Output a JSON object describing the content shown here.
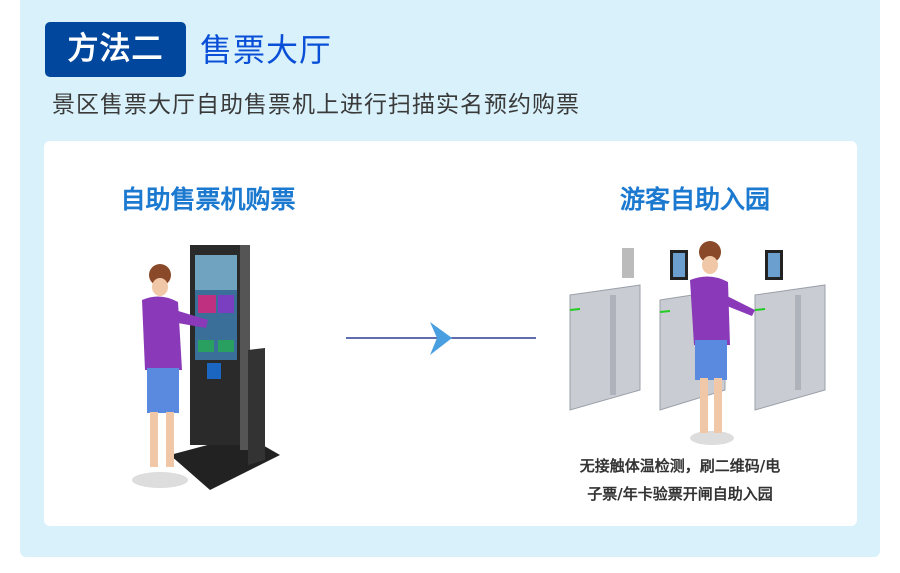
{
  "header": {
    "badge": "方法二",
    "title": "售票大厅",
    "subtitle": "景区售票大厅自助售票机上进行扫描实名预约购票"
  },
  "steps": [
    {
      "title": "自助售票机购票",
      "illustration": "kiosk-illustration"
    },
    {
      "title": "游客自助入园",
      "illustration": "turnstile-gate-illustration"
    }
  ],
  "note": {
    "line1": "无接触体温检测，刷二维码/电",
    "line2": "子票/年卡验票开闸自助入园"
  },
  "colors": {
    "panel": "#d8f1fa",
    "badge": "#00479d",
    "title": "#0a4fd8",
    "heading": "#1c79d0",
    "arrow_line": "#2b3f96",
    "arrow_head": "#4a9fe0"
  }
}
